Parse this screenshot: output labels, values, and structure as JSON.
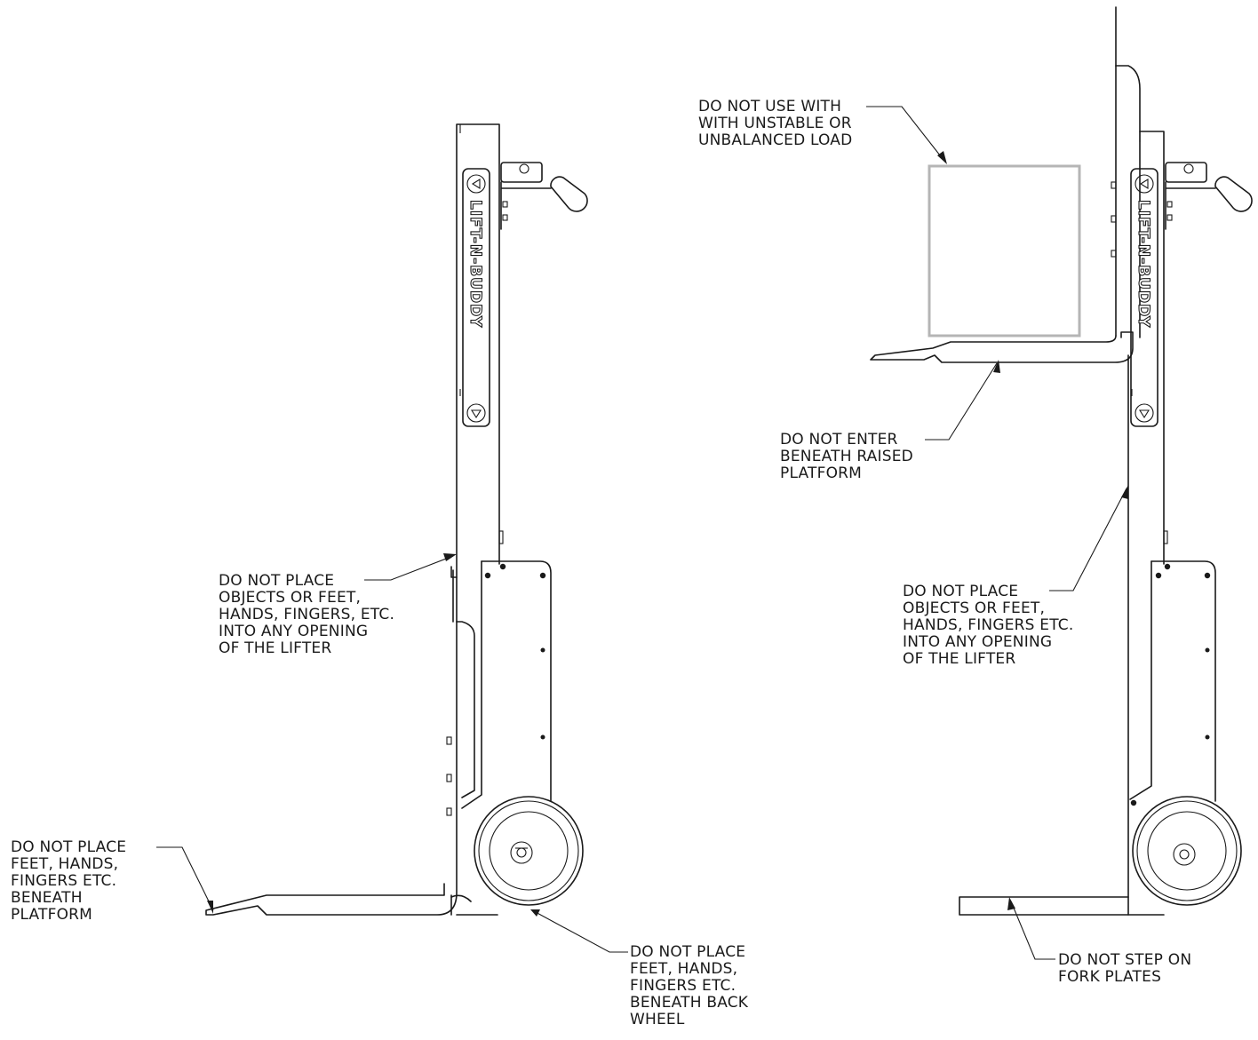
{
  "figure": {
    "brand_text": "LIFT-N-BUDDY",
    "callouts": {
      "left_platform": [
        "DO NOT PLACE",
        "FEET, HANDS,",
        "FINGERS ETC.",
        "BENEATH",
        "PLATFORM"
      ],
      "left_opening": [
        "DO NOT PLACE",
        "OBJECTS OR FEET,",
        "HANDS, FINGERS, ETC.",
        "INTO ANY OPENING",
        "OF THE LIFTER"
      ],
      "back_wheel": [
        "DO NOT PLACE",
        "FEET, HANDS,",
        "FINGERS ETC.",
        "BENEATH BACK",
        "WHEEL"
      ],
      "unstable_load": [
        "DO NOT USE WITH",
        "WITH UNSTABLE OR",
        "UNBALANCED LOAD"
      ],
      "raised_platform": [
        "DO NOT ENTER",
        "BENEATH RAISED",
        "PLATFORM"
      ],
      "right_opening": [
        "DO NOT PLACE",
        "OBJECTS OR FEET,",
        "HANDS, FINGERS ETC.",
        "INTO ANY OPENING",
        "OF THE LIFTER"
      ],
      "fork_plates": [
        "DO NOT STEP ON",
        "FORK PLATES"
      ]
    },
    "colors": {
      "line": "#1a1a1a",
      "load_box": "#b5b5b5",
      "background": "#ffffff"
    }
  }
}
